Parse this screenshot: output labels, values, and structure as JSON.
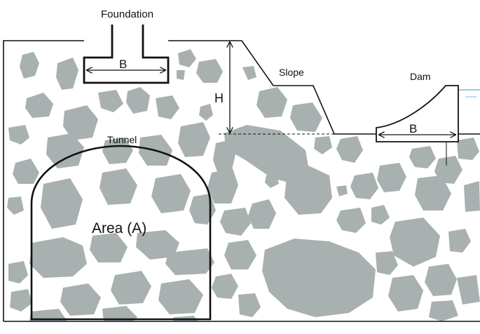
{
  "labels": {
    "foundation": "Foundation",
    "foundation_width": "B",
    "height": "H",
    "slope": "Slope",
    "dam": "Dam",
    "dam_width": "B",
    "tunnel": "Tunnel",
    "area": "Area (A)"
  },
  "colors": {
    "rock": "#a8b0b0",
    "outline": "#111111",
    "water": "#6ec3dc",
    "background": "#ffffff"
  }
}
